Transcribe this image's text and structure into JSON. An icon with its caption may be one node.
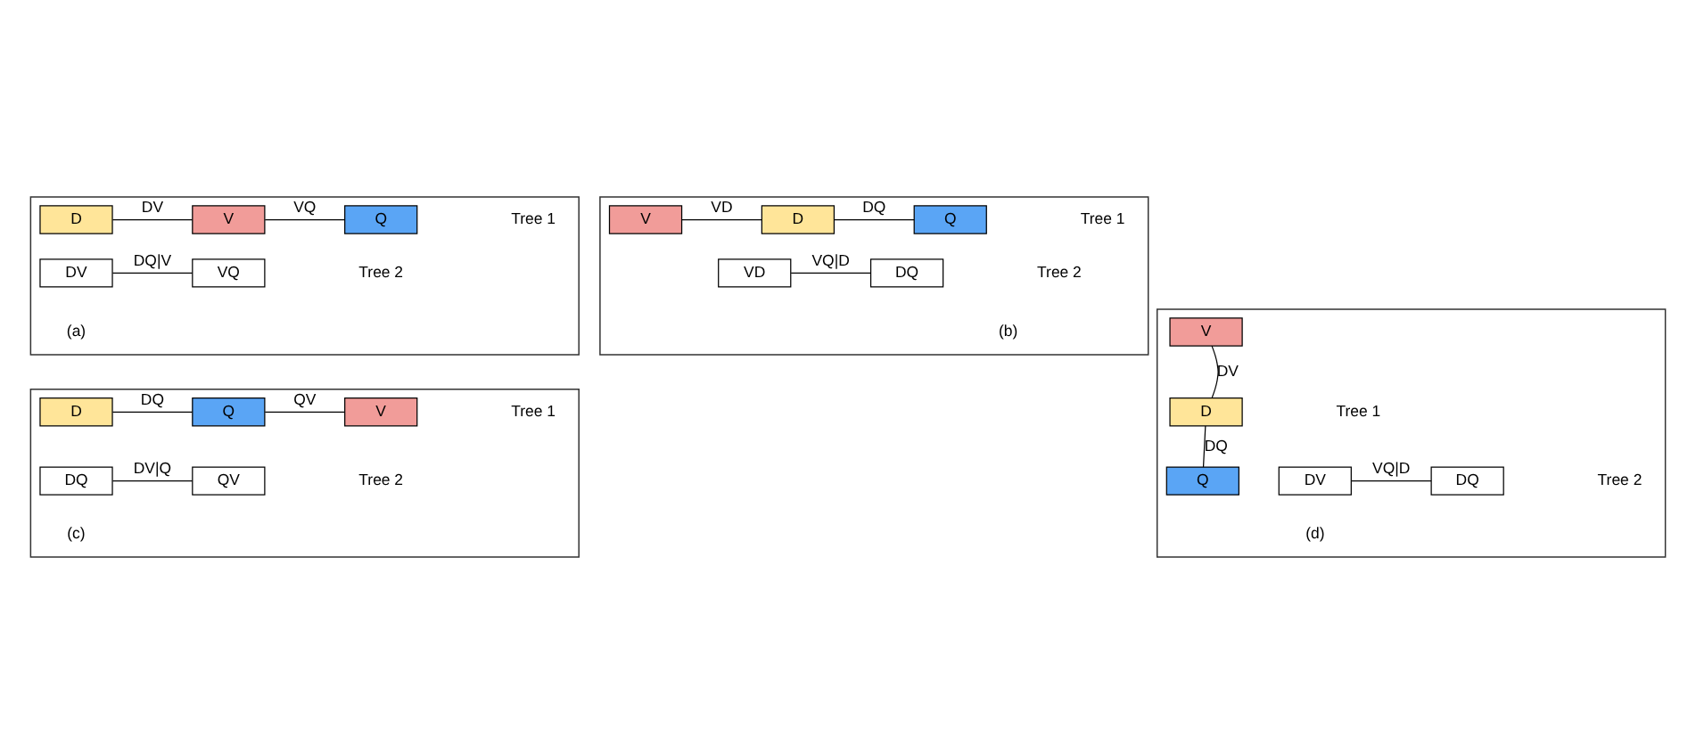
{
  "diagram": {
    "nodes": [
      {
        "text": [
          "Tree 1",
          "Tree 2",
          "(a)"
        ]
      },
      {
        "text": [
          "D"
        ],
        "in": 0
      },
      {
        "text": [
          "V"
        ],
        "in": 0
      },
      {
        "text": [
          "Q"
        ],
        "in": 0
      },
      {
        "text": [
          "DV"
        ],
        "in": 0
      },
      {
        "text": [
          "VQ"
        ],
        "in": 0
      },
      {
        "text": [
          "Tree 1",
          "Tree 2",
          "(b)"
        ]
      },
      {
        "text": [
          "V"
        ],
        "in": 6
      },
      {
        "text": [
          "D"
        ],
        "in": 6
      },
      {
        "text": [
          "Q"
        ],
        "in": 6
      },
      {
        "text": [
          "VD"
        ],
        "in": 6
      },
      {
        "text": [
          "DQ"
        ],
        "in": 6
      },
      {
        "text": [
          "Tree 1",
          "Tree 2",
          "(c)"
        ]
      },
      {
        "text": [
          "D"
        ],
        "in": 12
      },
      {
        "text": [
          "Q"
        ],
        "in": 12
      },
      {
        "text": [
          "V"
        ],
        "in": 12
      },
      {
        "text": [
          "DQ"
        ],
        "in": 12
      },
      {
        "text": [
          "QV"
        ],
        "in": 12
      },
      {
        "text": [
          "Tree 1",
          "Tree 2",
          "(d)"
        ]
      },
      {
        "text": [
          "D"
        ],
        "in": 18
      },
      {
        "text": [
          "V"
        ],
        "in": 18
      },
      {
        "text": [
          "Q"
        ],
        "in": 18
      },
      {
        "text": [
          "DV"
        ],
        "in": 18
      },
      {
        "text": [
          "DQ"
        ],
        "in": 18
      }
    ],
    "edges": [
      {
        "from": 1,
        "to": 2,
        "arrow": "none",
        "label": "DV"
      },
      {
        "from": 2,
        "to": 3,
        "arrow": "none",
        "label": "VQ"
      },
      {
        "from": 4,
        "to": 5,
        "arrow": "none",
        "label": "DQ|V"
      },
      {
        "from": 7,
        "to": 8,
        "arrow": "none",
        "label": "VD"
      },
      {
        "from": 8,
        "to": 9,
        "arrow": "none",
        "label": "DQ"
      },
      {
        "from": 10,
        "to": 11,
        "arrow": "none",
        "label": "VQ|D"
      },
      {
        "from": 13,
        "to": 14,
        "arrow": "none",
        "label": "DQ"
      },
      {
        "from": 14,
        "to": 15,
        "arrow": "none",
        "label": "QV"
      },
      {
        "from": 16,
        "to": 17,
        "arrow": "none",
        "label": "DV|Q"
      },
      {
        "from": 19,
        "to": 20,
        "arrow": "none",
        "label": "DV"
      },
      {
        "from": 19,
        "to": 21,
        "arrow": "none",
        "label": "DQ"
      },
      {
        "from": 22,
        "to": 23,
        "arrow": "none",
        "label": "VQ|D"
      }
    ]
  }
}
